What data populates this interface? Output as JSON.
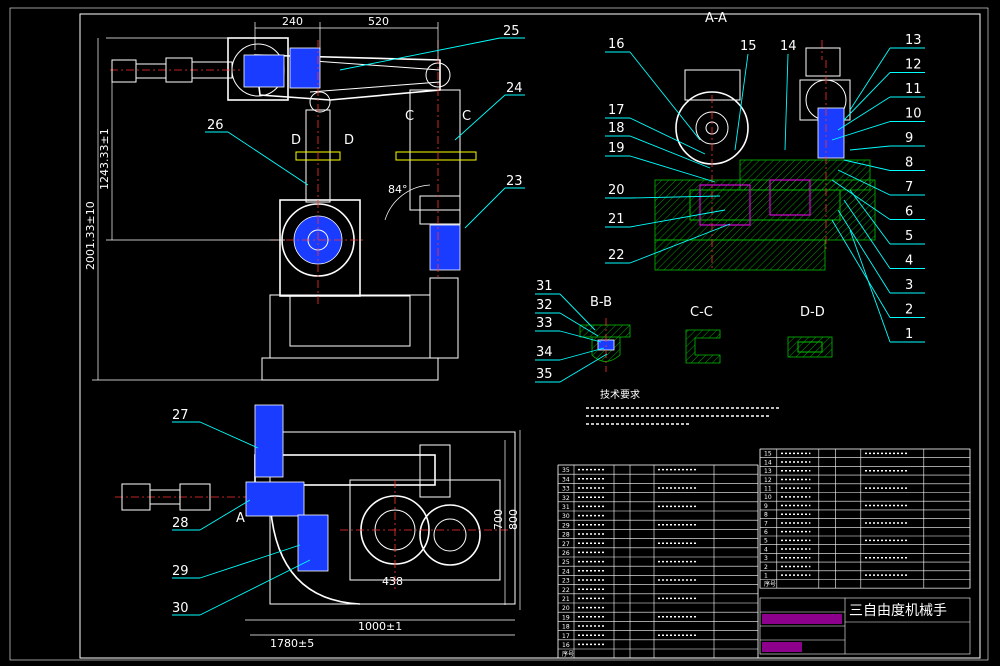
{
  "title_block": {
    "drawing_title": "三自由度机械手"
  },
  "section_labels": {
    "aa": "A-A",
    "bb": "B-B",
    "cc": "C-C",
    "dd": "D-D"
  },
  "section_markers": {
    "a": "A",
    "c": "C",
    "d": "D"
  },
  "tech_requirements": {
    "heading": "技术要求"
  },
  "dimensions": {
    "top_240": "240",
    "top_520": "520",
    "vert_1243": "1243.33±1",
    "vert_2001": "2001.33±10",
    "angle_84": "84°",
    "plan_1780": "1780±5",
    "plan_1000": "1000±1",
    "plan_700": "700",
    "plan_800": "800",
    "plan_438": "438"
  },
  "part_numbers_right": [
    "13",
    "12",
    "11",
    "10",
    "9",
    "8",
    "7",
    "6",
    "5",
    "4",
    "3",
    "2",
    "1"
  ],
  "part_numbers_aa_left": [
    "16",
    "17",
    "18",
    "19",
    "20",
    "21",
    "22"
  ],
  "part_numbers_aa_top": [
    "15",
    "14"
  ],
  "part_numbers_bb": [
    "31",
    "32",
    "33",
    "34",
    "35"
  ],
  "part_numbers_elev": [
    "25",
    "24",
    "23",
    "26"
  ],
  "part_numbers_plan": [
    "27",
    "28",
    "29",
    "30"
  ],
  "bom_left_rows": [
    "35",
    "34",
    "33",
    "32",
    "31",
    "30",
    "29",
    "28",
    "27",
    "26",
    "25",
    "24",
    "23",
    "22",
    "21",
    "20",
    "19",
    "18",
    "17",
    "16"
  ],
  "bom_left_footer": "序号",
  "bom_right_rows": [
    "15",
    "14",
    "13",
    "12",
    "11",
    "10",
    "9",
    "8",
    "7",
    "6",
    "5",
    "4",
    "3",
    "2",
    "1"
  ],
  "bom_right_footer": "序号",
  "colors": {
    "background": "#000000",
    "line": "#ffffff",
    "leader": "#00ffff",
    "centerline": "#ff3030",
    "fill_blue": "#1a3cff",
    "magenta": "#ff00ff",
    "hatch_green": "#00c000"
  }
}
